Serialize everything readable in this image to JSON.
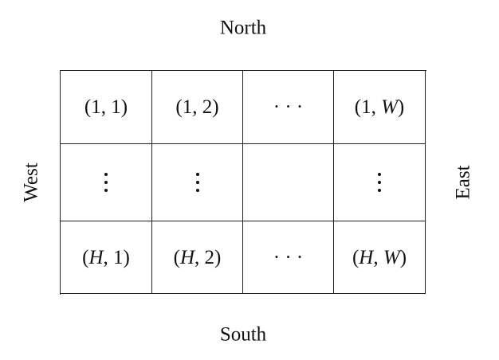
{
  "labels": {
    "north": "North",
    "south": "South",
    "west": "West",
    "east": "East"
  },
  "grid": {
    "rows": [
      [
        {
          "type": "text",
          "text": "(1,1)"
        },
        {
          "type": "text",
          "text": "(1,2)"
        },
        {
          "type": "text",
          "text": "· · ·"
        },
        {
          "type": "text",
          "text": "(1,W)"
        }
      ],
      [
        {
          "type": "vdots"
        },
        {
          "type": "vdots"
        },
        {
          "type": "empty"
        },
        {
          "type": "vdots"
        }
      ],
      [
        {
          "type": "text",
          "text": "(H,1)"
        },
        {
          "type": "text",
          "text": "(H,2)"
        },
        {
          "type": "text",
          "text": "· · ·"
        },
        {
          "type": "text",
          "text": "(H,W)"
        }
      ]
    ]
  }
}
